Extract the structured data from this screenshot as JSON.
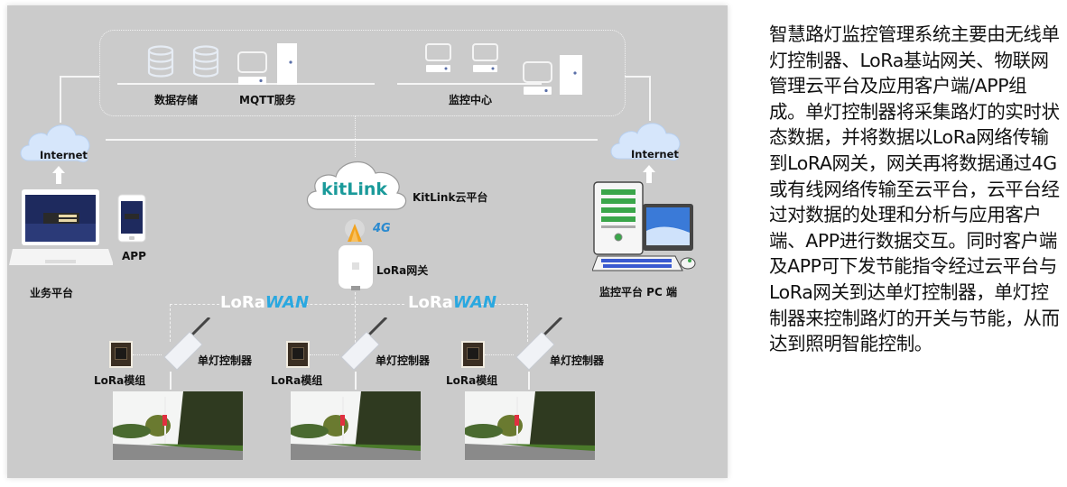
{
  "diagram": {
    "server_group": {
      "data_storage_label": "数据存储",
      "mqtt_label": "MQTT服务",
      "monitor_center_label": "监控中心"
    },
    "left": {
      "cloud_label": "Internet",
      "app_label": "APP",
      "platform_label": "业务平台"
    },
    "right": {
      "cloud_label": "Internet",
      "pc_label": "监控平台  PC  端"
    },
    "center": {
      "cloud_logo": "kitLink",
      "cloud_platform_label": "KitLink云平台",
      "cell_badge": "4G",
      "gateway_label": "LoRa网关"
    },
    "lorawan": [
      {
        "lo": "LoRa",
        "wan": "WAN"
      },
      {
        "lo": "LoRa",
        "wan": "WAN"
      }
    ],
    "nodes": [
      {
        "module_label": "LoRa模组",
        "controller_label": "单灯控制器"
      },
      {
        "module_label": "LoRa模组",
        "controller_label": "单灯控制器"
      },
      {
        "module_label": "LoRa模组",
        "controller_label": "单灯控制器"
      }
    ],
    "colors": {
      "panel_bg": "#cbcbcb",
      "lorawan_blue": "#2aa8e0",
      "kitlink_teal": "#1a9a9a",
      "cloud_blue": "#d6e6fb"
    }
  },
  "description": "智慧路灯监控管理系统主要由无线单灯控制器、LoRa基站网关、物联网管理云平台及应用客户端/APP组成。单灯控制器将采集路灯的实时状态数据，并将数据以LoRa网络传输到LoRA网关，网关再将数据通过4G或有线网络传输至云平台，云平台经过对数据的处理和分析与应用客户端、APP进行数据交互。同时客户端及APP可下发节能指令经过云平台与LoRa网关到达单灯控制器，单灯控制器来控制路灯的开关与节能，从而达到照明智能控制。"
}
